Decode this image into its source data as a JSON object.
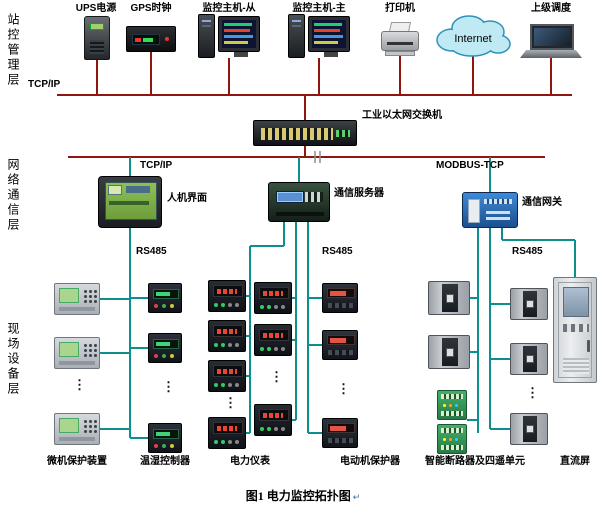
{
  "colors": {
    "bus_red": "#8f1511",
    "bus_teal": "#0e8f8f"
  },
  "layers": [
    {
      "label": "站控管理层"
    },
    {
      "label": "网络通信层"
    },
    {
      "label": "现场设备层"
    }
  ],
  "station_layer": {
    "bus_label": "TCP/IP",
    "devices": [
      {
        "label": "UPS电源"
      },
      {
        "label": "GPS时钟"
      },
      {
        "label": "监控主机-从"
      },
      {
        "label": "监控主机-主"
      },
      {
        "label": "打印机"
      },
      {
        "label": "Internet"
      },
      {
        "label": "上级调度"
      }
    ]
  },
  "network_layer": {
    "switch_label": "工业以太网交换机",
    "bus_labels": {
      "left": "TCP/IP",
      "right": "MODBUS-TCP"
    },
    "devices": [
      {
        "label": "人机界面"
      },
      {
        "label": "通信服务器"
      },
      {
        "label": "通信网关"
      }
    ],
    "rs485": [
      "RS485",
      "RS485",
      "RS485"
    ]
  },
  "field_layer": {
    "ellipsis": "⋮",
    "columns": [
      {
        "label": "微机保护装置"
      },
      {
        "label": "温湿控制器"
      },
      {
        "label": "电力仪表"
      },
      {
        "label": "电动机保护器"
      },
      {
        "label": "智能断路器及四遥单元"
      },
      {
        "label": "直流屏"
      }
    ]
  },
  "caption": "图1 电力监控拓扑图",
  "caption_mark": "↵"
}
